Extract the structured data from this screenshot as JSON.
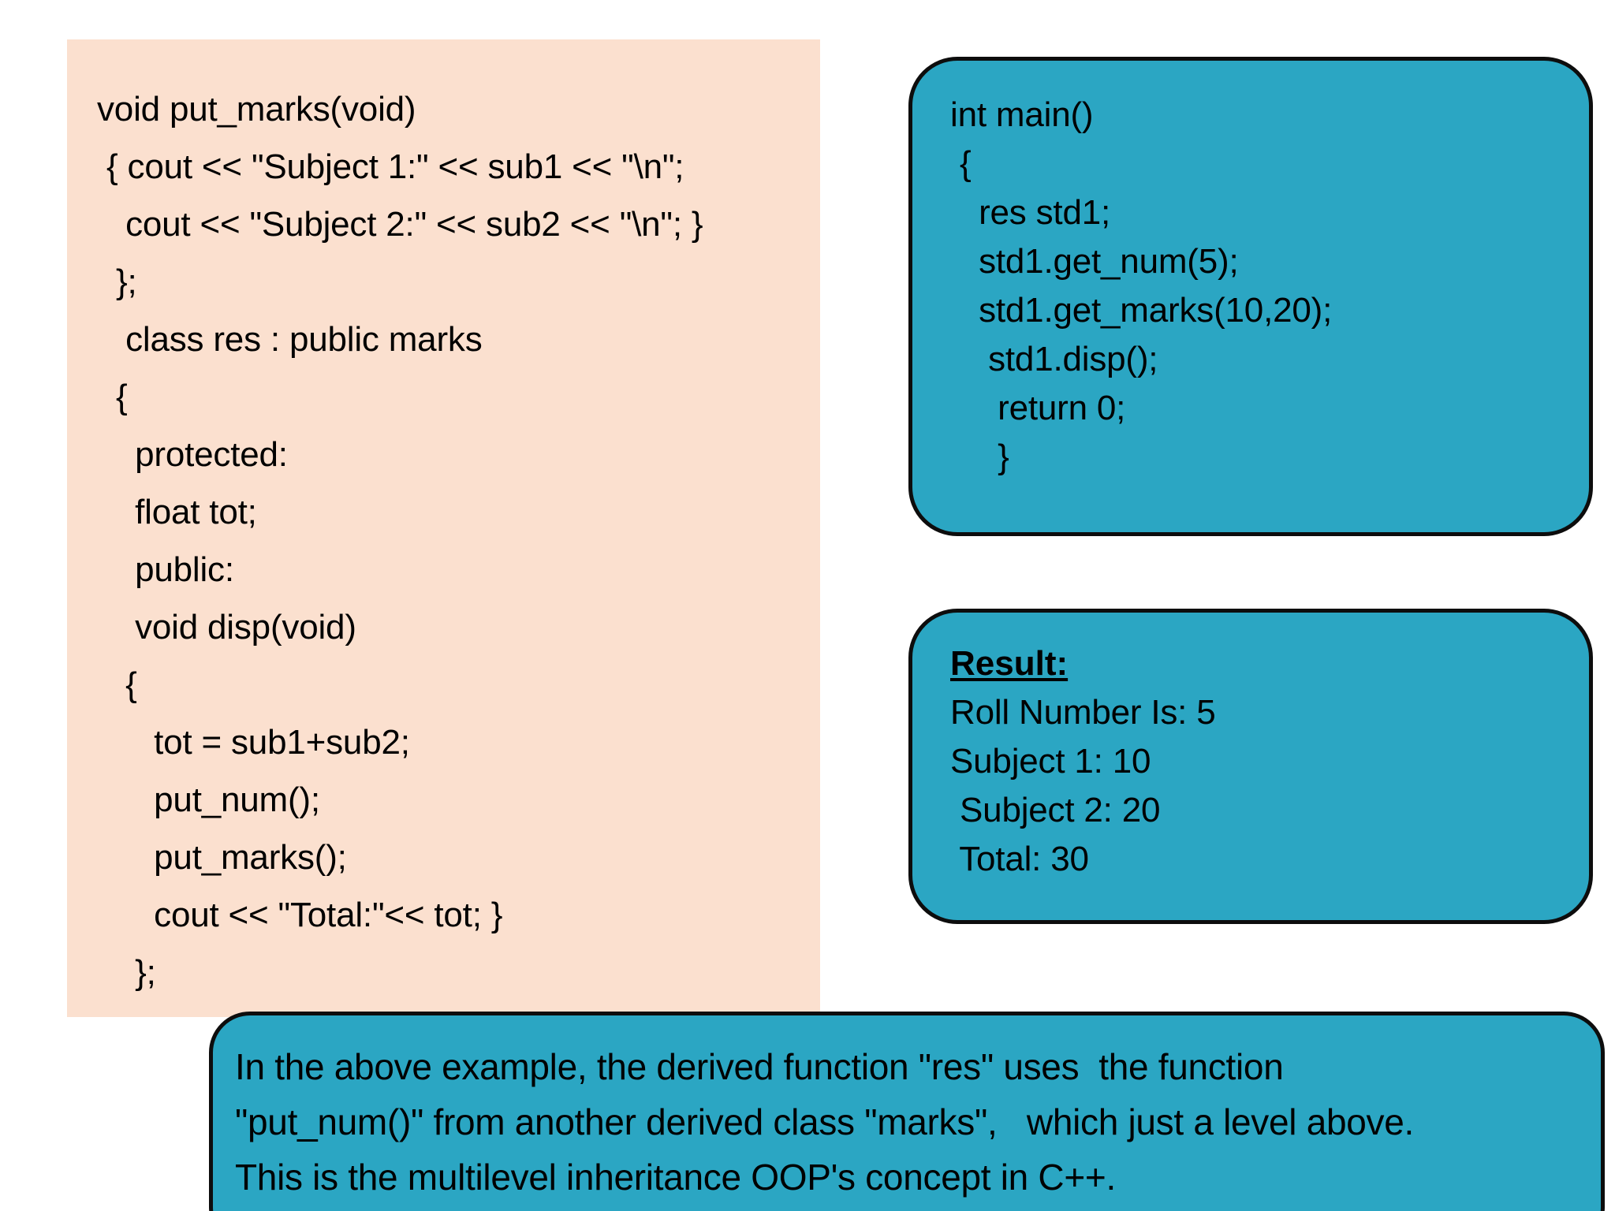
{
  "colors": {
    "code_panel_bg": "#fbe0cf",
    "box_fill": "#2ba6c3",
    "box_border": "#0d0d0d",
    "text": "#000000",
    "page_bg": "#ffffff"
  },
  "code_panel": {
    "name": "class-definition-code",
    "lines": [
      "void put_marks(void)",
      " { cout << \"Subject 1:\" << sub1 << \"\\n\";",
      "   cout << \"Subject 2:\" << sub2 << \"\\n\"; }",
      "  };",
      "   class res : public marks",
      "  {",
      "    protected:",
      "    float tot;",
      "    public:",
      "    void disp(void)",
      "   {",
      "      tot = sub1+sub2;",
      "      put_num();",
      "      put_marks();",
      "      cout << \"Total:\"<< tot; }",
      "    };"
    ]
  },
  "main_box": {
    "name": "main-function-code",
    "lines": [
      "int main()",
      " {",
      "   res std1;",
      "   std1.get_num(5);",
      "   std1.get_marks(10,20);",
      "    std1.disp();",
      "     return 0;",
      "     }"
    ]
  },
  "result_box": {
    "name": "program-output",
    "heading": "Result:",
    "lines": [
      "Roll Number Is: 5",
      "Subject 1: 10",
      " Subject 2: 20",
      " Total: 30"
    ]
  },
  "note_box": {
    "name": "explanation-note",
    "lines": [
      "In the above example, the derived function \"res\" uses  the function",
      "\"put_num()\" from another derived class \"marks\",   which just a level above.",
      "This is the multilevel inheritance OOP's concept in C++."
    ]
  }
}
